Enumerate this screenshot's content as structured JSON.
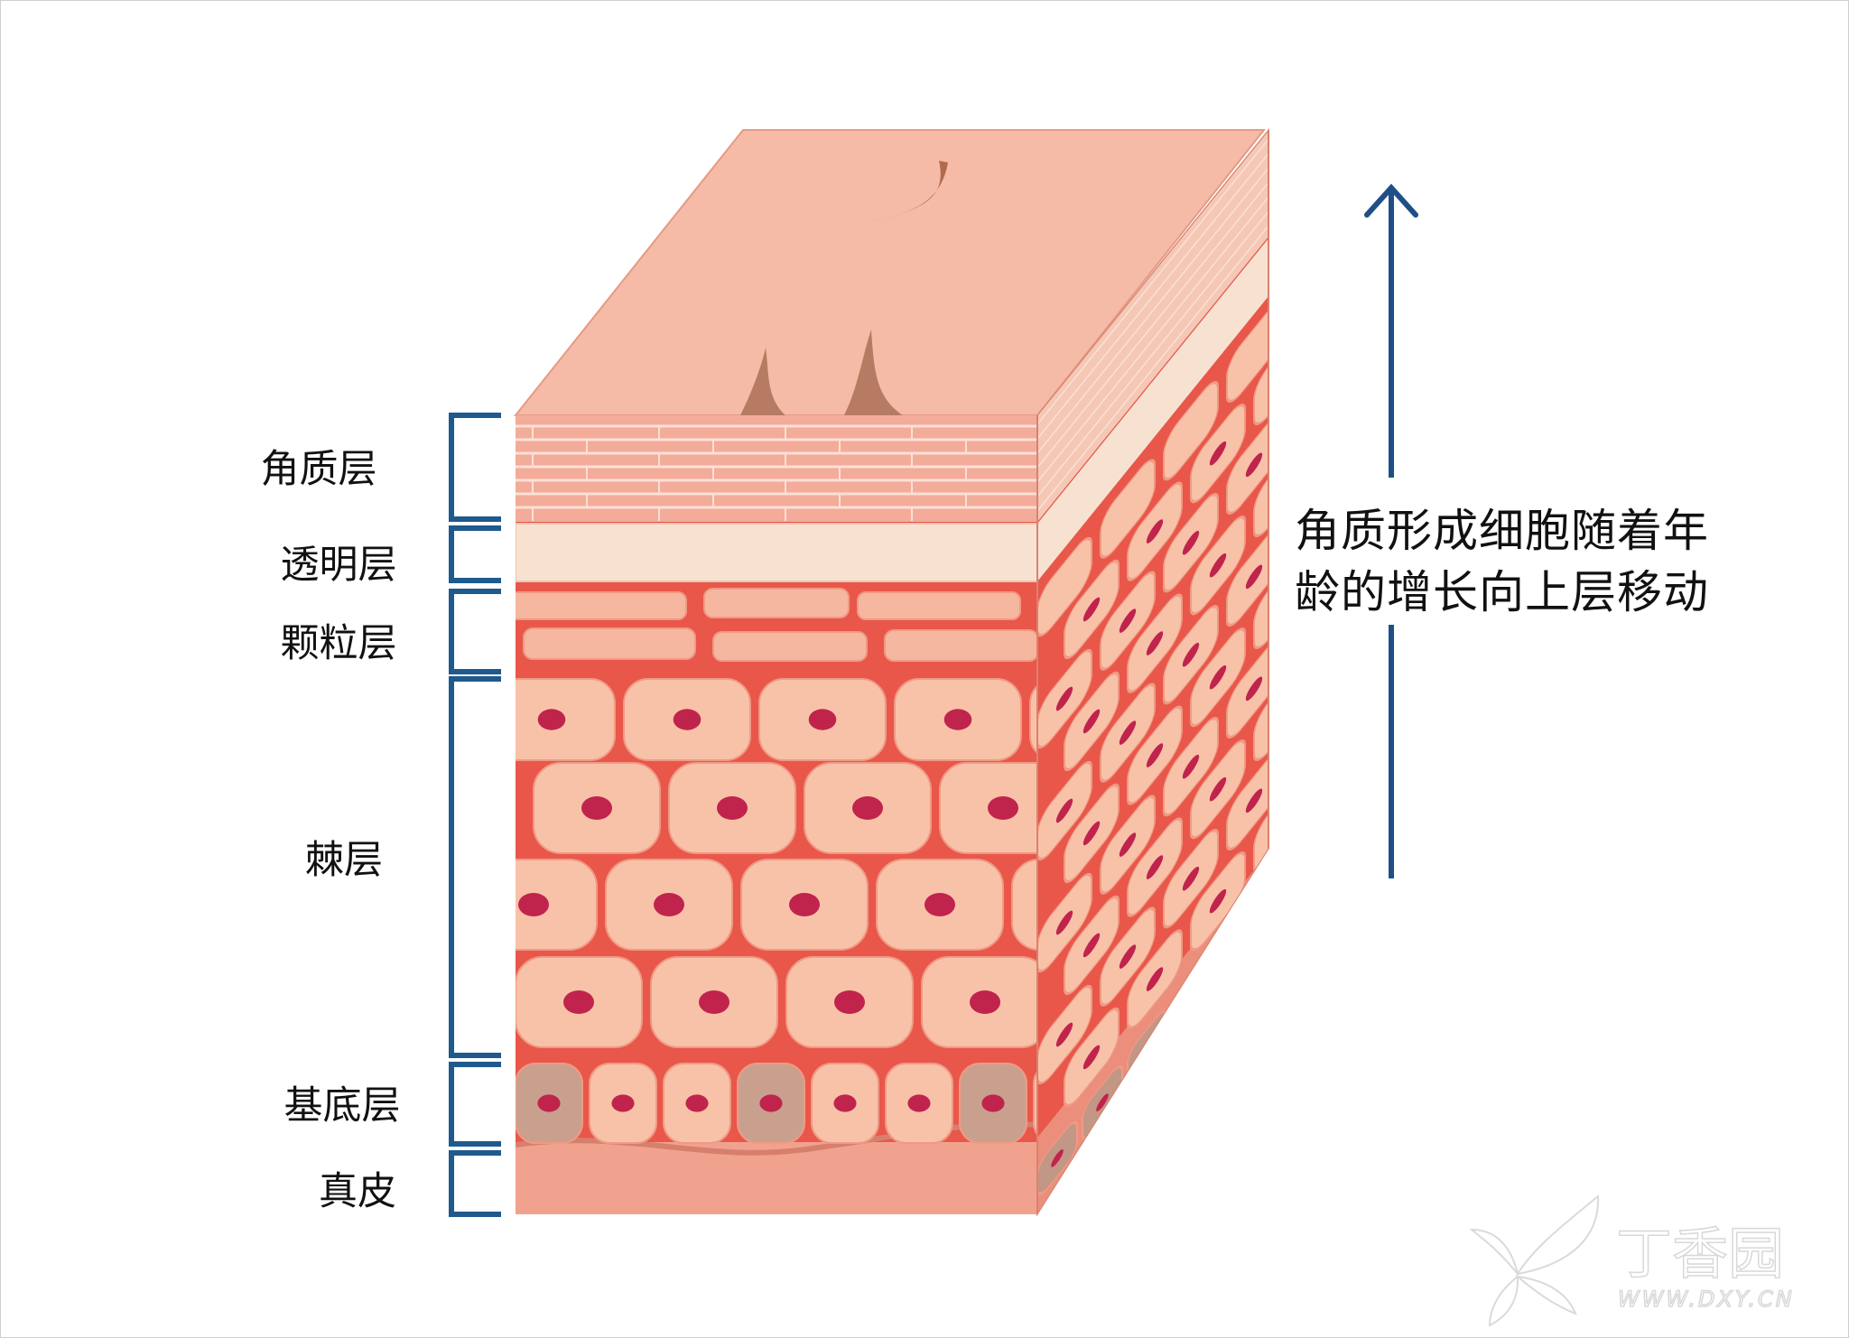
{
  "layers": [
    {
      "label": "角质层"
    },
    {
      "label": "透明层"
    },
    {
      "label": "颗粒层"
    },
    {
      "label": "棘层"
    },
    {
      "label": "基底层"
    },
    {
      "label": "真皮"
    }
  ],
  "annotation": {
    "line1": "角质形成细胞随着年",
    "line2": "龄的增长向上层移动",
    "arrow_direction": "up"
  },
  "watermark": {
    "brand": "丁香园",
    "site": "WWW.DXY.CN"
  },
  "colors": {
    "bracket": "#1f5a8e",
    "arrow": "#1f4f86",
    "tissue_red": "#e8574a",
    "cell": "#f8c2a9",
    "nucleus": "#c0244c",
    "top_surface": "#f5bba6",
    "lucidum": "#f7e2d2"
  }
}
